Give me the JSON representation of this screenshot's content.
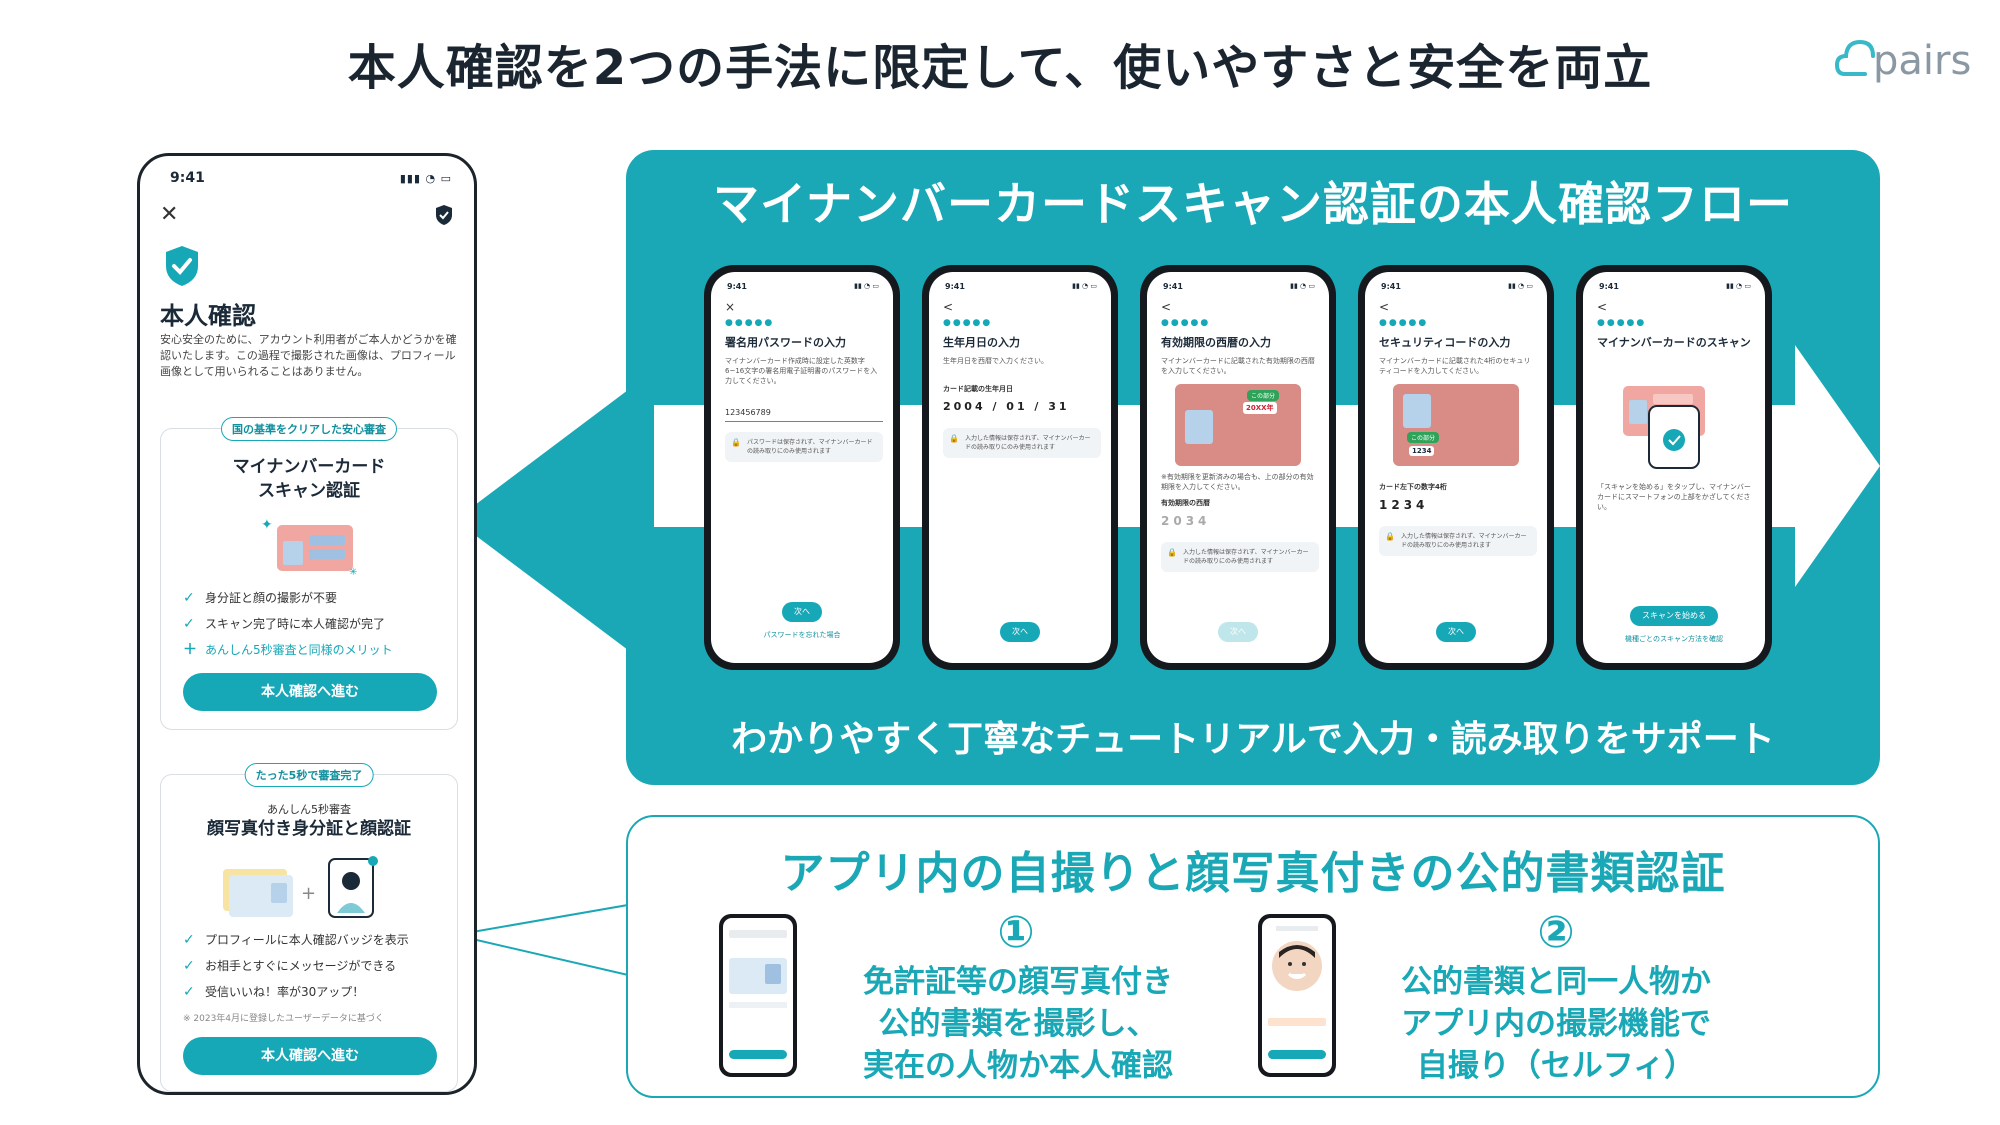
{
  "title": "本人確認を2つの手法に限定して、使いやすさと安全を両立",
  "logo": {
    "text": "pairs"
  },
  "left_phone": {
    "time": "9:41",
    "heading": "本人確認",
    "description": "安心安全のために、アカウント利用者がご本人かどうかを確認いたします。この過程で撮影された画像は、プロフィール画像として用いられることはありません。",
    "card1": {
      "tag": "国の基準をクリアした安心審査",
      "title_line1": "マイナンバーカード",
      "title_line2": "スキャン認証",
      "items": [
        "身分証と顔の撮影が不要",
        "スキャン完了時に本人確認が完了"
      ],
      "plus_item": "あんしん5秒審査と同様のメリット",
      "button": "本人確認へ進む"
    },
    "card2": {
      "tag": "たった5秒で審査完了",
      "subtitle": "あんしん5秒審査",
      "title": "顔写真付き身分証と顔認証",
      "items": [
        "プロフィールに本人確認バッジを表示",
        "お相手とすぐにメッセージができる",
        "受信いいね！率が30アップ！"
      ],
      "note": "※ 2023年4月に登録したユーザーデータに基づく",
      "button": "本人確認へ進む"
    }
  },
  "flow_panel": {
    "title": "マイナンバーカードスキャン認証の本人確認フロー",
    "footer": "わかりやすく丁寧なチュートリアルで入力・読み取りをサポート",
    "screens": [
      {
        "time": "9:41",
        "back": "×",
        "title": "署名用パスワードの入力",
        "desc": "マイナンバーカード作成時に設定した英数字6~16文字の署名用電子証明書のパスワードを入力してください。",
        "input": "123456789",
        "note": "パスワードは保存されず、マイナンバーカードの読み取りにのみ使用されます",
        "button": "次へ",
        "link": "パスワードを忘れた場合"
      },
      {
        "time": "9:41",
        "back": "<",
        "title": "生年月日の入力",
        "desc": "生年月日を西暦で入力ください。",
        "label": "カード記載の生年月日",
        "value": "2004 / 01 / 31",
        "note": "入力した情報は保存されず、マイナンバーカードの読み取りにのみ使用されます",
        "button": "次へ"
      },
      {
        "time": "9:41",
        "back": "<",
        "title": "有効期限の西暦の入力",
        "desc": "マイナンバーカードに記載された有効期限の西暦を入力してください。",
        "card_badge": "この部分",
        "card_value": "20XX年",
        "label": "有効期限の西暦",
        "value": "2034",
        "sub": "※有効期限を更新済みの場合も、上の部分の有効期限を入力してください。",
        "note": "入力した情報は保存されず、マイナンバーカードの読み取りにのみ使用されます",
        "button": "次へ"
      },
      {
        "time": "9:41",
        "back": "<",
        "title": "セキュリティコードの入力",
        "desc": "マイナンバーカードに記載された4桁のセキュリティコードを入力してください。",
        "card_badge": "この部分",
        "card_value": "1234",
        "label": "カード左下の数字4桁",
        "value": "1234",
        "note": "入力した情報は保存されず、マイナンバーカードの読み取りにのみ使用されます",
        "button": "次へ"
      },
      {
        "time": "9:41",
        "back": "<",
        "title": "マイナンバーカードのスキャン",
        "desc": "「スキャンを始める」をタップし、マイナンバーカードにスマートフォンの上部をかざしてください。",
        "button": "スキャンを始める",
        "link": "機種ごとのスキャン方法を確認"
      }
    ]
  },
  "selfie_panel": {
    "title": "アプリ内の自撮りと顔写真付きの公的書類認証",
    "step1": {
      "number": "①",
      "lines": [
        "免許証等の顔写真付き",
        "公的書類を撮影し、",
        "実在の人物か本人確認"
      ]
    },
    "step2": {
      "number": "②",
      "lines": [
        "公的書類と同一人物か",
        "アプリ内の撮影機能で",
        "自撮り（セルフィ）"
      ]
    }
  },
  "colors": {
    "accent": "#1aa8b6",
    "dark": "#1b2a38"
  }
}
